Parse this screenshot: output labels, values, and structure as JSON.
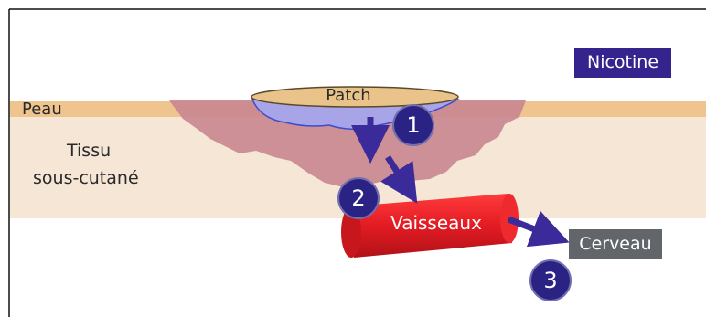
{
  "nicotine_badge": "Nicotine",
  "labels": {
    "skin": "Peau",
    "tissue_line1": "Tissu",
    "tissue_line2": "sous-cutané",
    "patch": "Patch",
    "vessels": "Vaisseaux",
    "brain": "Cerveau"
  },
  "steps": [
    "1",
    "2",
    "3"
  ],
  "colors": {
    "skin_band": "#f0c28a",
    "tissue_bg": "#f5e6d6",
    "absorption_area": "#c9868f",
    "patch_fill": "#e9c38a",
    "patch_gel": "#a7a5e8",
    "vessel": "#e31b23",
    "arrow": "#3b2a9a",
    "badge": "#2a2384",
    "brain_box": "#62666b"
  }
}
